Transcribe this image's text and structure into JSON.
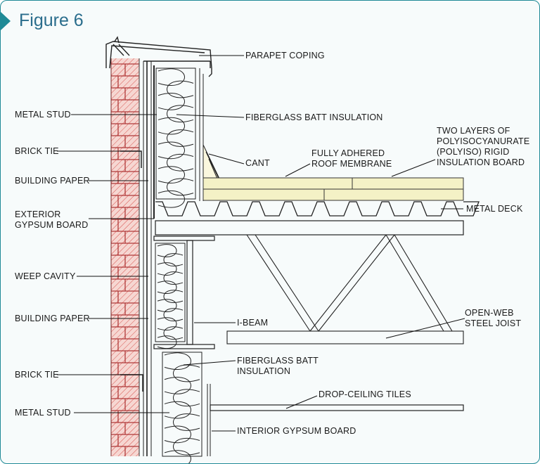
{
  "figure_title": "Figure 6",
  "colors": {
    "frame": "#1f8a96",
    "title": "#2a6d8c",
    "brick": "#f3c8c2",
    "brick_line": "#c83c3c",
    "board": "#f4f1c6"
  },
  "labels": {
    "parapet_coping": "PARAPET COPING",
    "metal_stud_top": "METAL STUD",
    "fiberglass_batt_top": "FIBERGLASS BATT INSULATION",
    "two_layers": [
      "TWO LAYERS OF",
      "POLYISOCYANURATE",
      "(POLYISO) RIGID",
      "INSULATION BOARD"
    ],
    "brick_tie_top": "BRICK TIE",
    "cant": "CANT",
    "fully_adhered": [
      "FULLY ADHERED",
      "ROOF MEMBRANE"
    ],
    "building_paper_top": "BUILDING PAPER",
    "metal_deck": "METAL DECK",
    "exterior_gypsum": [
      "EXTERIOR",
      "GYPSUM BOARD"
    ],
    "weep_cavity": "WEEP CAVITY",
    "building_paper_bottom": "BUILDING PAPER",
    "i_beam": "I-BEAM",
    "open_web": [
      "OPEN-WEB",
      "STEEL JOIST"
    ],
    "fiberglass_batt_bottom": [
      "FIBERGLASS BATT",
      "INSULATION"
    ],
    "brick_tie_bottom": "BRICK TIE",
    "drop_ceiling": "DROP-CEILING TILES",
    "metal_stud_bottom": "METAL STUD",
    "interior_gypsum": "INTERIOR GYPSUM BOARD"
  }
}
